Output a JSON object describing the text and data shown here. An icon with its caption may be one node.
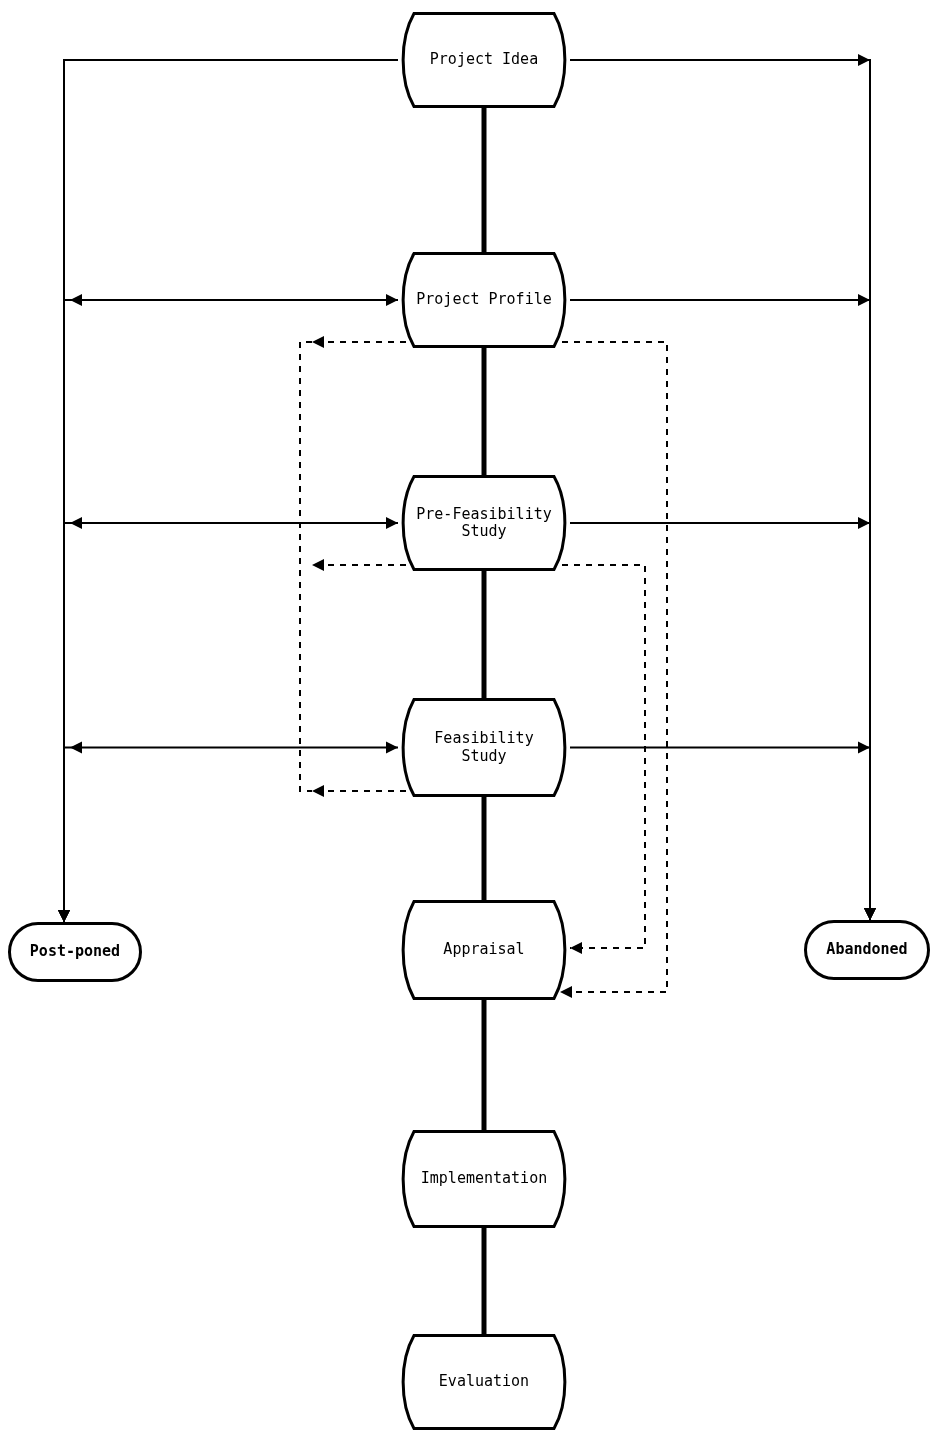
{
  "diagram": {
    "nodes": [
      {
        "text": [
          "Project Idea"
        ]
      },
      {
        "text": [
          "Project Profile"
        ]
      },
      {
        "text": [
          "Pre-Feasibility Study"
        ]
      },
      {
        "text": [
          "Feasibility Study"
        ]
      },
      {
        "text": [
          "Post-poned"
        ]
      },
      {
        "text": [
          "Appraisal"
        ]
      },
      {
        "text": [
          "Abandoned"
        ]
      },
      {
        "text": [
          "Implementation"
        ]
      },
      {
        "text": [
          "Evaluation"
        ]
      }
    ],
    "edges": [
      {
        "from": 0,
        "to": 1,
        "arrow": "none",
        "style": "thick"
      },
      {
        "from": 1,
        "to": 2,
        "arrow": "none",
        "style": "thick"
      },
      {
        "from": 2,
        "to": 3,
        "arrow": "none",
        "style": "thick"
      },
      {
        "from": 3,
        "to": 5,
        "arrow": "none",
        "style": "thick"
      },
      {
        "from": 5,
        "to": 7,
        "arrow": "none",
        "style": "thick"
      },
      {
        "from": 7,
        "to": 8,
        "arrow": "none",
        "style": "thick"
      },
      {
        "from": 0,
        "to": 4,
        "arrow": "to"
      },
      {
        "from": 1,
        "to": 4,
        "arrow": "both"
      },
      {
        "from": 2,
        "to": 4,
        "arrow": "both"
      },
      {
        "from": 3,
        "to": 4,
        "arrow": "both"
      },
      {
        "from": 0,
        "to": 6,
        "arrow": "to"
      },
      {
        "from": 1,
        "to": 6,
        "arrow": "to"
      },
      {
        "from": 2,
        "to": 6,
        "arrow": "to"
      },
      {
        "from": 3,
        "to": 6,
        "arrow": "to"
      },
      {
        "from": 1,
        "to": null,
        "arrow": "to",
        "style": "dashed"
      },
      {
        "from": 3,
        "to": null,
        "arrow": "to",
        "style": "dashed"
      },
      {
        "from": 2,
        "to": null,
        "arrow": "to",
        "style": "dashed"
      },
      {
        "from": 1,
        "to": 5,
        "arrow": "to",
        "style": "dashed"
      },
      {
        "from": 2,
        "to": 5,
        "arrow": "to",
        "style": "dashed"
      }
    ]
  }
}
